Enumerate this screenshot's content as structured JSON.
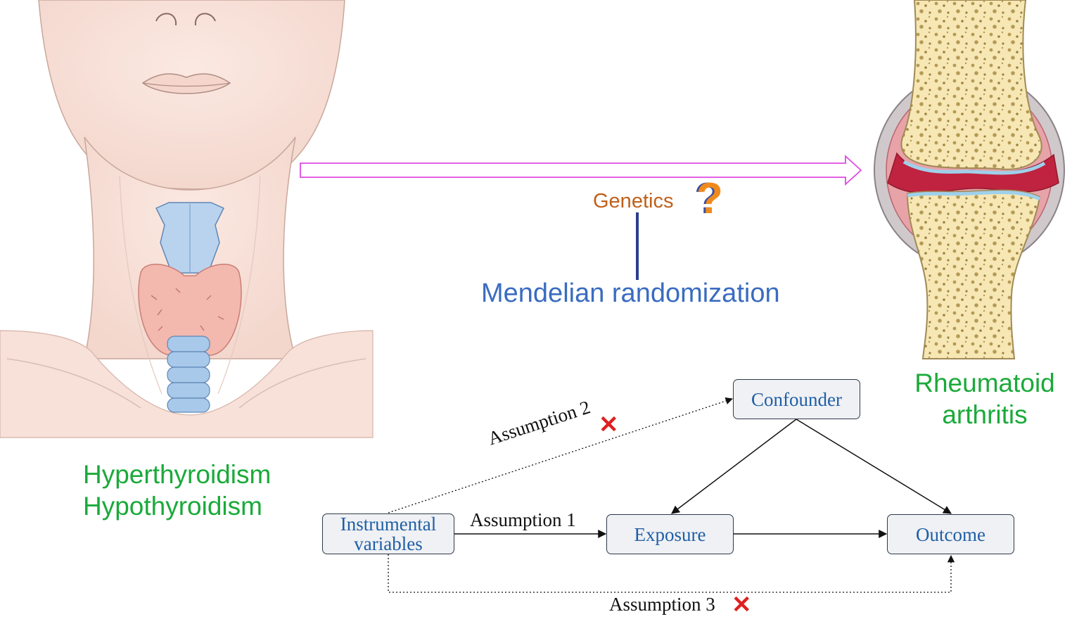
{
  "exposure_conditions": [
    "Hyperthyroidism",
    "Hypothyroidism"
  ],
  "outcome_condition": [
    "Rheumatoid",
    "arthritis"
  ],
  "genetics_label": "Genetics",
  "question_mark": "?",
  "method_label": "Mendelian randomization",
  "dag": {
    "instrumental_variables": [
      "Instrumental",
      "variables"
    ],
    "confounder": "Confounder",
    "exposure": "Exposure",
    "outcome": "Outcome",
    "assumption_1": "Assumption 1",
    "assumption_2": "Assumption 2",
    "assumption_3": "Assumption 3",
    "violation_mark": "✕"
  },
  "colors": {
    "condition_text": "#1aaa3a",
    "genetics_text": "#c0601a",
    "method_text": "#3a6cc0",
    "arrow_outline": "#e04be0",
    "box_text": "#1f5fa6",
    "violation": "#e02020"
  },
  "icons": [
    "neck-thyroid-illustration",
    "knee-joint-illustration"
  ]
}
